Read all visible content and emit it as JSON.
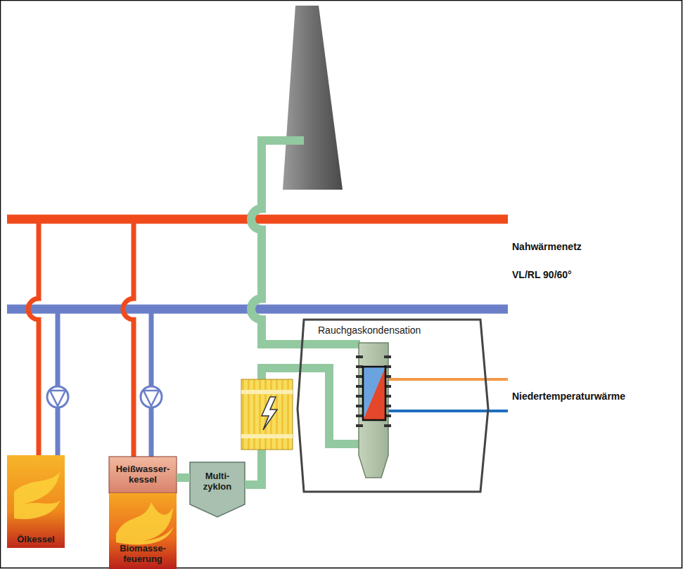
{
  "diagram": {
    "nodes": [
      {
        "text": [
          "Ölkessel"
        ]
      },
      {
        "text": [
          "Heißwasser- kessel"
        ]
      },
      {
        "text": [
          "Biomasse- feuerung"
        ]
      },
      {
        "text": [
          "Multi- zyklon"
        ]
      },
      {
        "text": [
          "Rauchgaskondensation"
        ]
      }
    ],
    "edges": [
      {
        "from": 1,
        "to": 3,
        "arrow": "none"
      },
      {
        "from": 3,
        "to": 4,
        "arrow": "none"
      }
    ],
    "labels": [
      "Nahwärmenetz",
      "VL/RL 90/60°",
      "Niedertemperaturwärme"
    ]
  }
}
